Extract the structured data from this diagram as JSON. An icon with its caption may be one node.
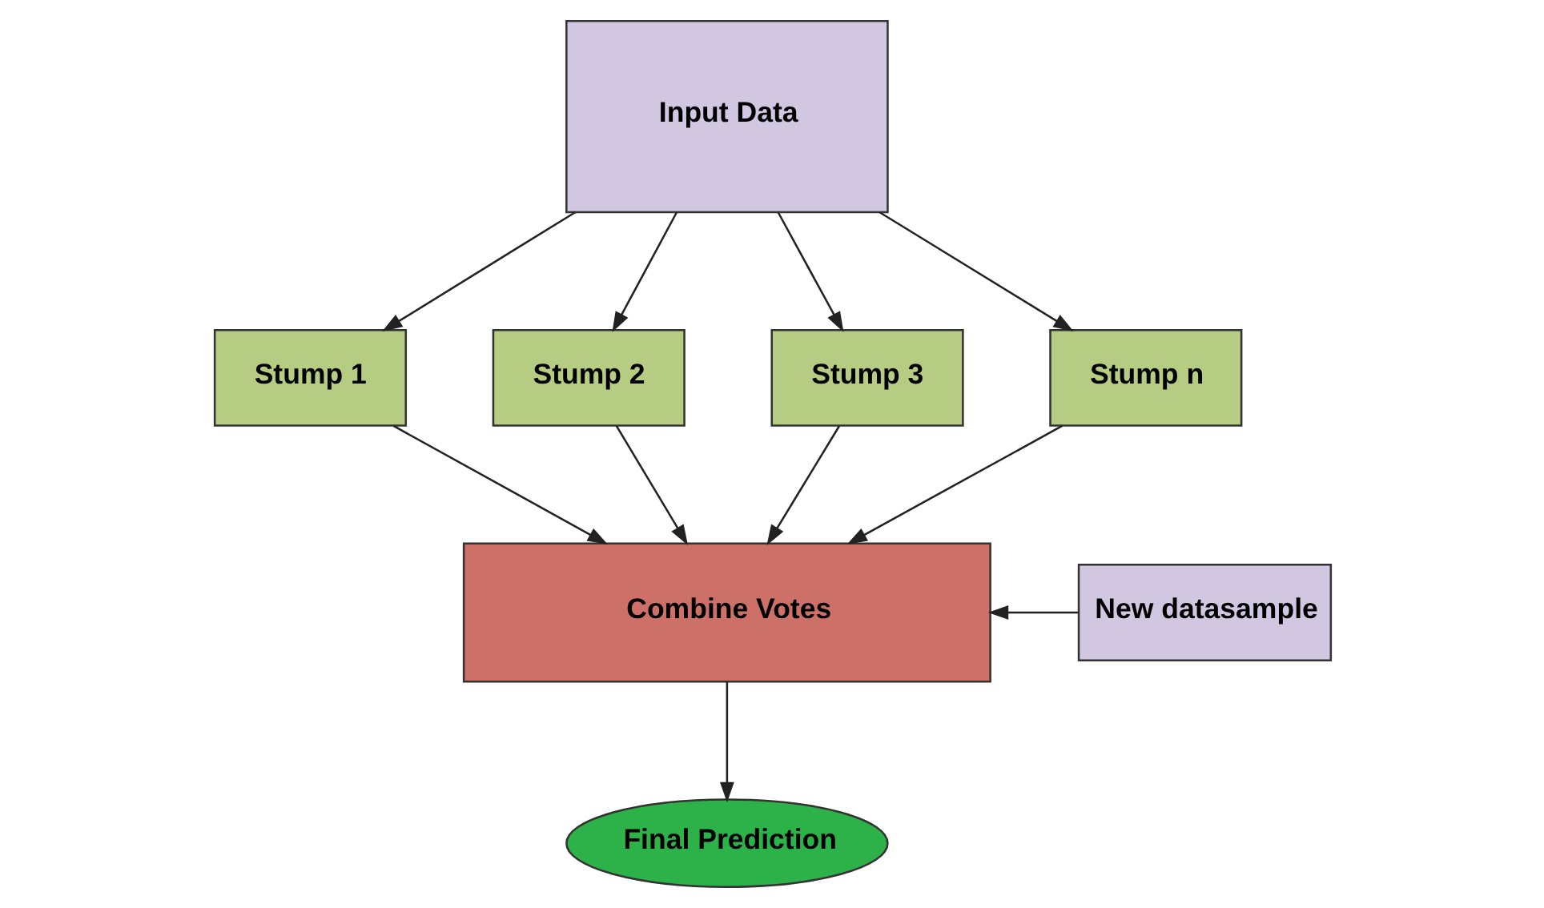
{
  "diagram": {
    "nodes": [
      {
        "text": [
          "Input Data"
        ]
      },
      {
        "text": [
          "Stump 1"
        ]
      },
      {
        "text": [
          "Stump 2"
        ]
      },
      {
        "text": [
          "Stump 3"
        ]
      },
      {
        "text": [
          "Stump n"
        ]
      },
      {
        "text": [
          "Combine Votes"
        ]
      },
      {
        "text": [
          "New datasample"
        ]
      },
      {
        "text": [
          "Final Prediction"
        ]
      }
    ],
    "edges": [
      {
        "from": 0,
        "to": 1,
        "arrow": "to"
      },
      {
        "from": 0,
        "to": 2,
        "arrow": "to"
      },
      {
        "from": 0,
        "to": 3,
        "arrow": "to"
      },
      {
        "from": 0,
        "to": 4,
        "arrow": "to"
      },
      {
        "from": 1,
        "to": 5,
        "arrow": "to"
      },
      {
        "from": 2,
        "to": 5,
        "arrow": "to"
      },
      {
        "from": 3,
        "to": 5,
        "arrow": "to"
      },
      {
        "from": 4,
        "to": 5,
        "arrow": "to"
      },
      {
        "from": 6,
        "to": 5,
        "arrow": "to"
      },
      {
        "from": 5,
        "to": 7,
        "arrow": "to"
      }
    ]
  }
}
